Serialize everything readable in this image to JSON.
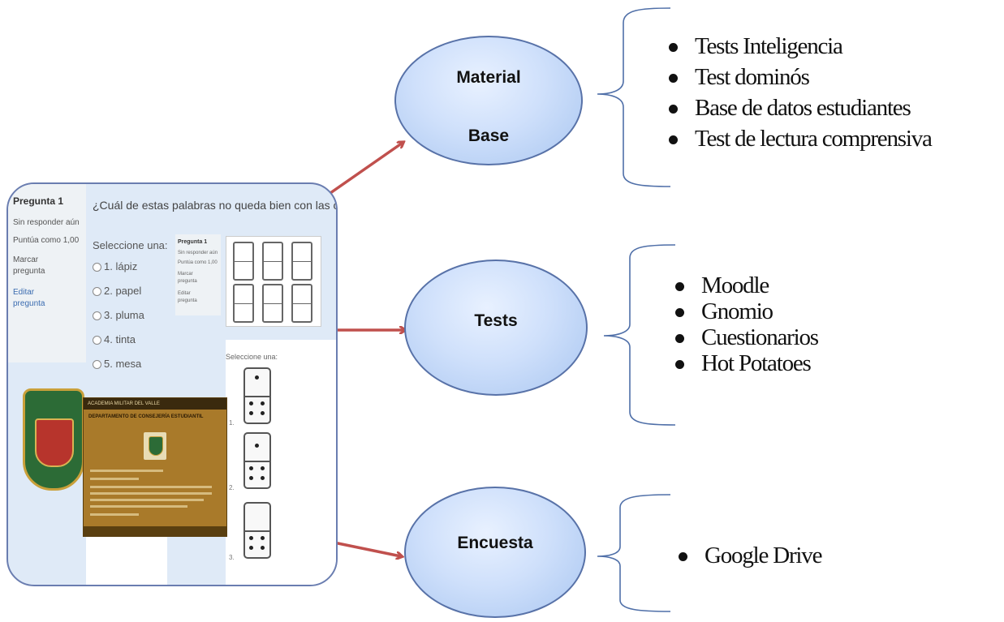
{
  "nodes": {
    "material": {
      "line1": "Material",
      "line2": "Base"
    },
    "tests": {
      "label": "Tests"
    },
    "encuesta": {
      "label": "Encuesta"
    }
  },
  "lists": {
    "material": [
      "Tests Inteligencia",
      "Test dominós",
      "Base de datos estudiantes",
      "Test de lectura comprensiva"
    ],
    "tests": [
      "Moodle",
      "Gnomio",
      "Cuestionarios",
      "Hot Potatoes"
    ],
    "encuesta": [
      "Google Drive"
    ]
  },
  "collage": {
    "sidebar": {
      "title": "Pregunta 1",
      "status": "Sin responder aún",
      "score": "Puntúa como 1,00",
      "flag": "Marcar",
      "flag2": "pregunta",
      "edit": "Editar",
      "edit2": "pregunta"
    },
    "question": "¿Cuál de estas palabras no queda bien con las otras?",
    "select_prompt": "Seleccione una:",
    "options": [
      "1. lápiz",
      "2. papel",
      "3. pluma",
      "4. tinta",
      "5. mesa"
    ],
    "mini": {
      "title": "Pregunta 1",
      "status": "Sin responder aún",
      "score": "Puntúa como 1,00",
      "flag": "Marcar",
      "flag2": "pregunta",
      "edit": "Editar",
      "edit2": "pregunta"
    },
    "select_prompt2": "Seleccione una:",
    "domino_labels": [
      "1.",
      "2.",
      "3."
    ],
    "shot": {
      "header": "ACADEMIA MILITAR DEL VALLE",
      "subheader": "DEPARTAMENTO DE CONSEJERÍA ESTUDIANTIL"
    }
  },
  "colors": {
    "arrow": "#c0504d",
    "node_border": "#5872a8",
    "bracket": "#4f6fa8"
  }
}
